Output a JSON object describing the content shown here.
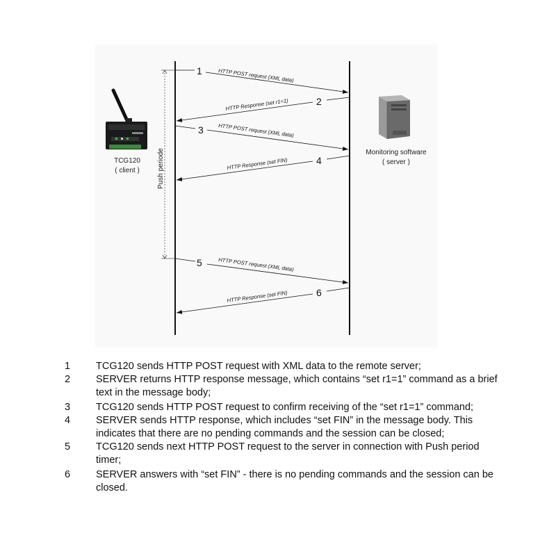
{
  "client": {
    "name": "TCG120",
    "role": "( client )"
  },
  "server": {
    "name": "Monitoring software",
    "role": "( server )"
  },
  "axis_label": "Push periode",
  "messages": [
    {
      "num": "1",
      "label": "HTTP POST request (XML data)"
    },
    {
      "num": "2",
      "label": "HTTP Response (set r1=1)"
    },
    {
      "num": "3",
      "label": "HTTP POST request (XML data)"
    },
    {
      "num": "4",
      "label": "HTTP Response (set FIN)"
    },
    {
      "num": "5",
      "label": "HTTP POST request (XML data)"
    },
    {
      "num": "6",
      "label": "HTTP Response (set FIN)"
    }
  ],
  "legend": [
    {
      "num": "1",
      "text": "TCG120 sends HTTP POST request with XML data to the remote server;"
    },
    {
      "num": "2",
      "text": "SERVER returns HTTP response message, which contains “set r1=1” command as a brief text in the message body;"
    },
    {
      "num": "3",
      "text": "TCG120 sends HTTP POST request to confirm receiving of the “set r1=1” command;"
    },
    {
      "num": "4",
      "text": "SERVER sends HTTP response, which includes “set FIN” in the message body. This indicates that there are no pending commands and the session can be closed;"
    },
    {
      "num": "5",
      "text": "TCG120 sends next HTTP POST request to the server in connection with Push period timer;"
    },
    {
      "num": "6",
      "text": "SERVER answers with “set FIN” - there is no pending commands and the session can be closed."
    }
  ]
}
